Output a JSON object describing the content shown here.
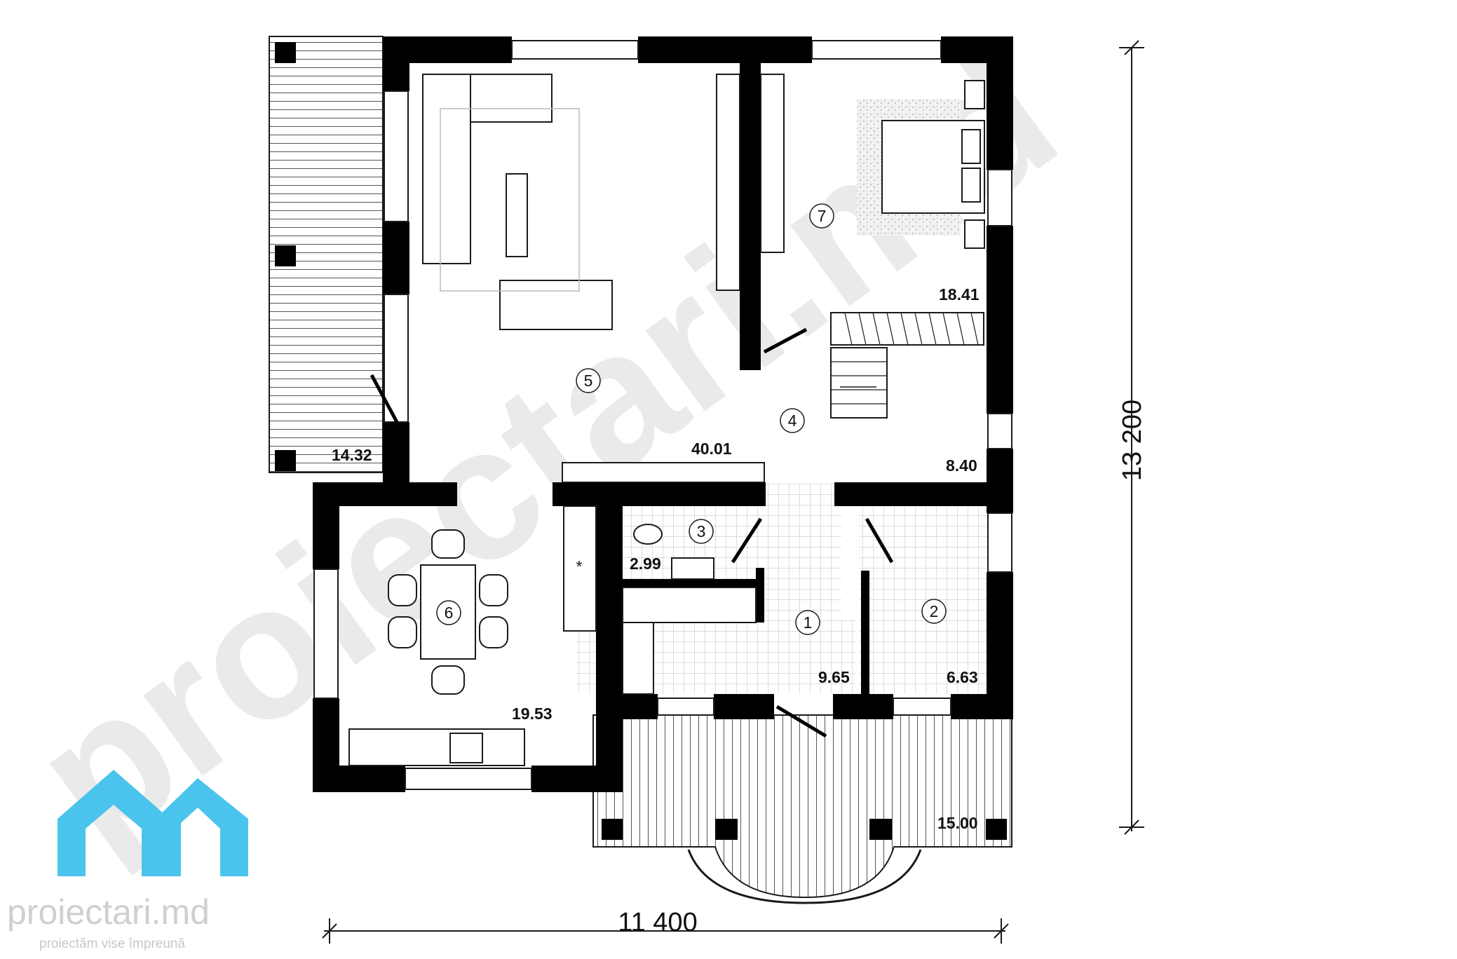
{
  "colors": {
    "wall": "#000000",
    "line": "#1a1a1a",
    "background": "#ffffff",
    "watermark": "#d9d9d9",
    "logo": "#4ac4ec",
    "tile": "#bdbdbd"
  },
  "rooms": [
    {
      "number": "1",
      "area": "9.65"
    },
    {
      "number": "2",
      "area": "6.63"
    },
    {
      "number": "3",
      "area": "2.99"
    },
    {
      "number": "4",
      "area": "8.40"
    },
    {
      "number": "5",
      "area": "40.01"
    },
    {
      "number": "6",
      "area": "19.53"
    },
    {
      "number": "7",
      "area": "18.41"
    }
  ],
  "terraces": [
    {
      "area": "14.32"
    },
    {
      "area": "15.00"
    }
  ],
  "dimensions": {
    "width": "11 400",
    "height": "13 200"
  },
  "kitchen_marker": "*",
  "watermark": {
    "text": "proiectari.md"
  },
  "logo": {
    "icon": "house-logo-icon",
    "brand": "proiectari.md",
    "tagline": "proiectăm vise împreună"
  }
}
